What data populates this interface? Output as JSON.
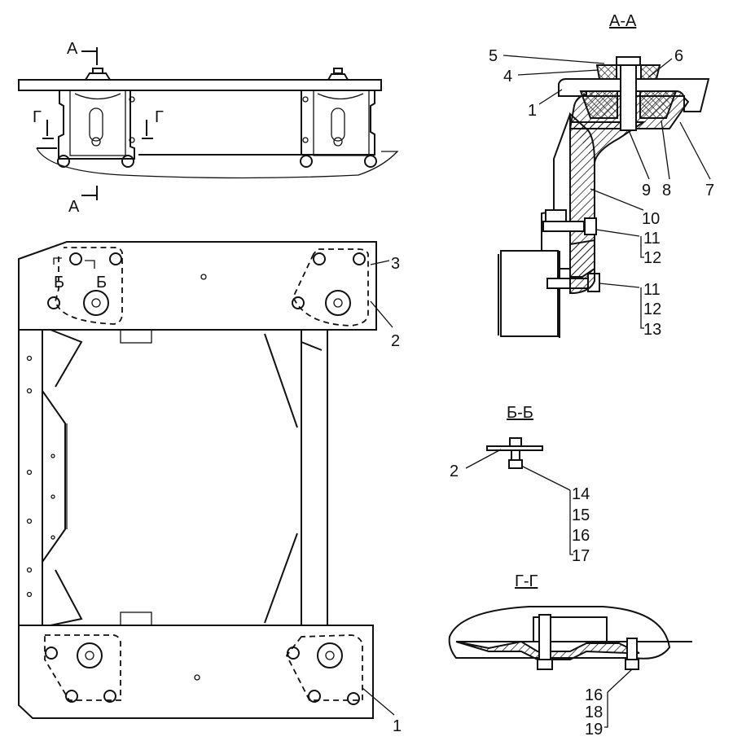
{
  "views": {
    "top_view": {
      "section_marks": [
        "А",
        "А",
        "Г",
        "Г"
      ]
    },
    "frame_plan": {
      "section_marks": [
        "Б",
        "Б"
      ],
      "callouts": [
        "3",
        "2",
        "1"
      ]
    },
    "section_a_a": {
      "title": "А-А",
      "callouts": [
        "5",
        "6",
        "4",
        "1",
        "9",
        "8",
        "7",
        "10",
        "11",
        "12",
        "11",
        "12",
        "13"
      ]
    },
    "section_b_b": {
      "title": "Б-Б",
      "callouts": [
        "2",
        "14",
        "15",
        "16",
        "17"
      ]
    },
    "section_g_g": {
      "title": "Г-Г",
      "callouts": [
        "16",
        "18",
        "19"
      ]
    }
  }
}
